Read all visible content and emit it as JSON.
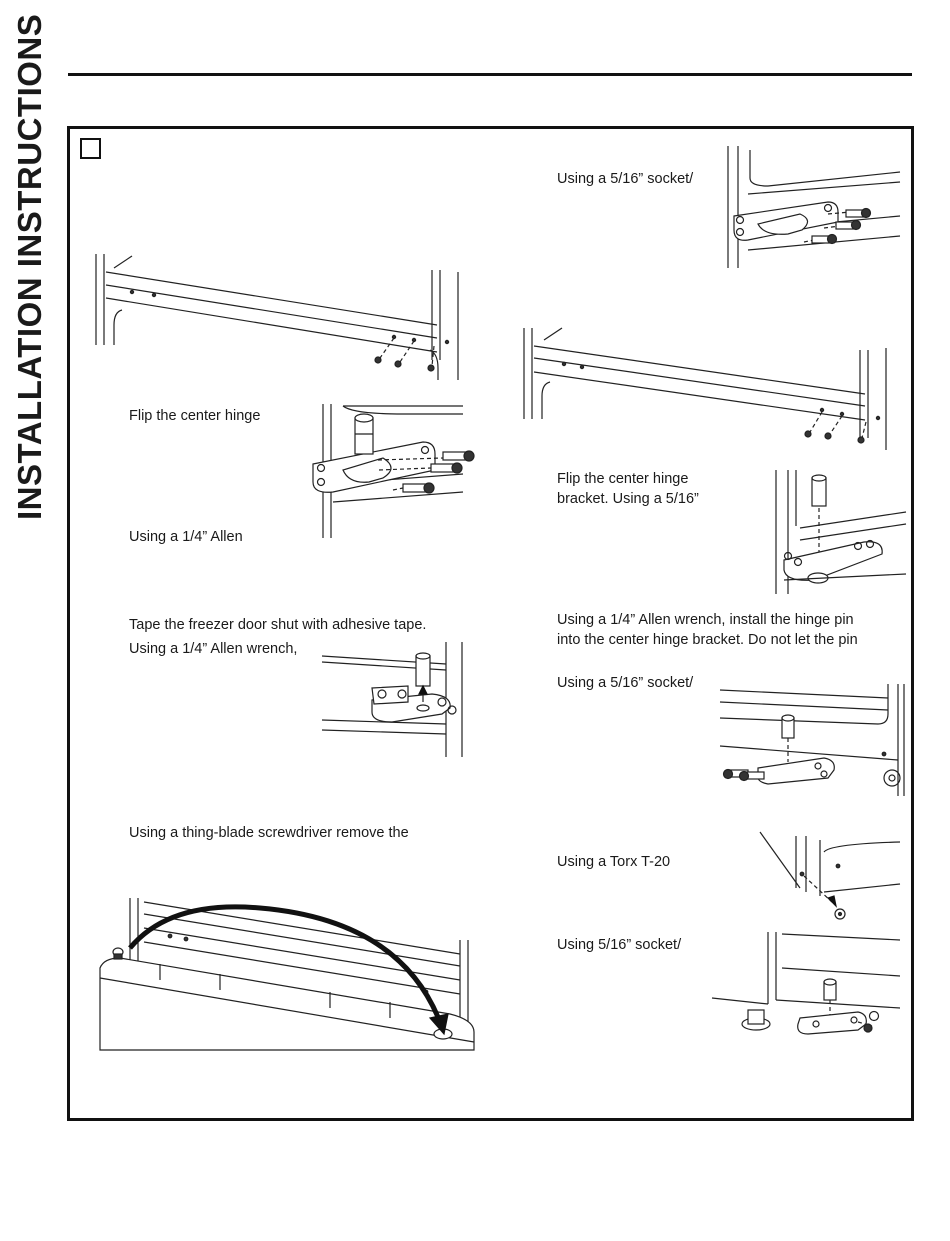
{
  "header": {
    "side_title": "INSTALLATION INSTRUCTIONS"
  },
  "left_column": {
    "step_flip_hinge": "Flip the center hinge",
    "step_allen_a": "Using a 1/4” Allen",
    "step_tape": "Tape the freezer door shut with adhesive tape.",
    "step_allen_b": "Using a 1/4” Allen wrench,",
    "step_screwdriver": "Using a thing-blade screwdriver remove the"
  },
  "right_column": {
    "step_socket_a": "Using a 5/16” socket/",
    "step_flip_bracket_line1": "Flip the center hinge",
    "step_flip_bracket_line2": "bracket. Using a 5/16”",
    "step_hinge_pin_line1": "Using a 1/4” Allen wrench, install the hinge pin",
    "step_hinge_pin_line2": "into the center hinge bracket. Do not let the pin",
    "step_socket_b": "Using a 5/16” socket/",
    "step_torx": "Using a Torx T-20",
    "step_socket_c": "Using 5/16” socket/"
  }
}
